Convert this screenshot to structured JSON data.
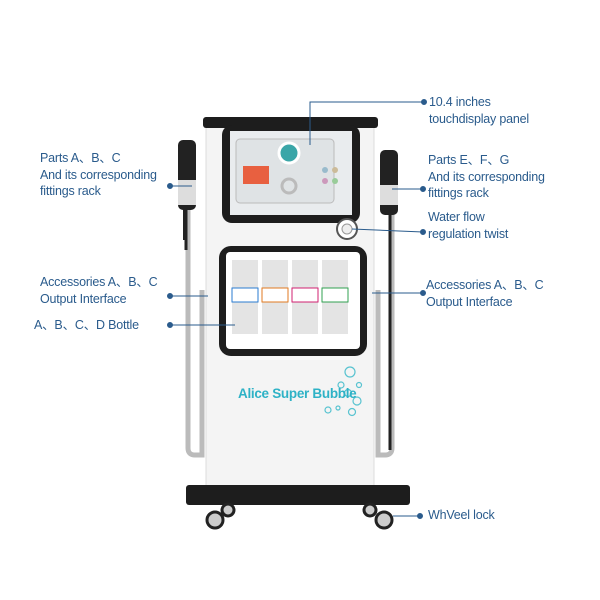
{
  "brand": "Alice Super Bubble",
  "colors": {
    "label": "#2a5b8c",
    "brand": "#2eb2c6",
    "frame": "#1a1a1a"
  },
  "callouts": {
    "display": {
      "line1": "10.4 inches",
      "line2": "touchdisplay panel"
    },
    "parts_left": {
      "line1": "Parts A、B、C",
      "line2": "And its corresponding",
      "line3": "fittings rack"
    },
    "parts_right": {
      "line1": "Parts E、F、G",
      "line2": "And its corresponding",
      "line3": "fittings rack"
    },
    "water": {
      "line1": "Water flow",
      "line2": "regulation twist"
    },
    "acc_left": {
      "line1": "Accessories A、B、C",
      "line2": "Output Interface"
    },
    "acc_right": {
      "line1": "Accessories A、B、C",
      "line2": "Output Interface"
    },
    "bottle": {
      "line1": "A、B、C、D Bottle"
    },
    "wheel": {
      "line1": "WhVeel lock"
    }
  }
}
